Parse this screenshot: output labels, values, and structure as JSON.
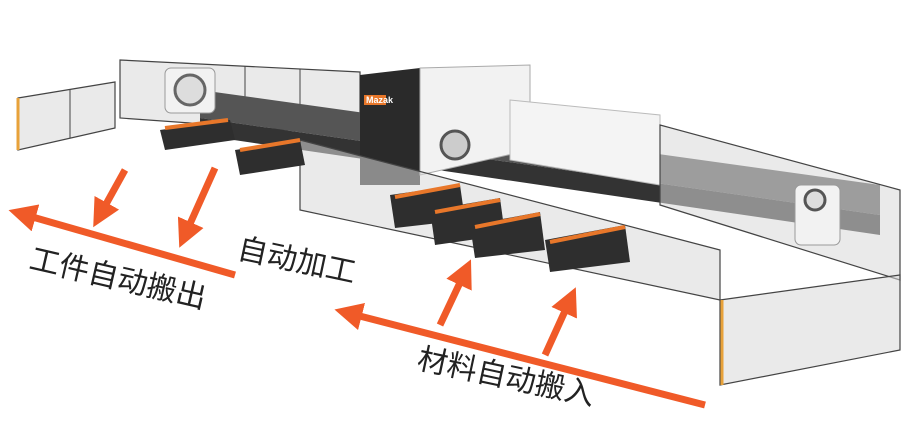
{
  "labels": {
    "unload": "工件自动搬出",
    "process": "自动加工",
    "load": "材料自动搬入"
  },
  "machine": {
    "logo": "Mazak"
  },
  "colors": {
    "arrow": "#f05a28",
    "frame": "#3a3a3a",
    "cover": "#f2f2f2",
    "accent": "#e8772a"
  }
}
